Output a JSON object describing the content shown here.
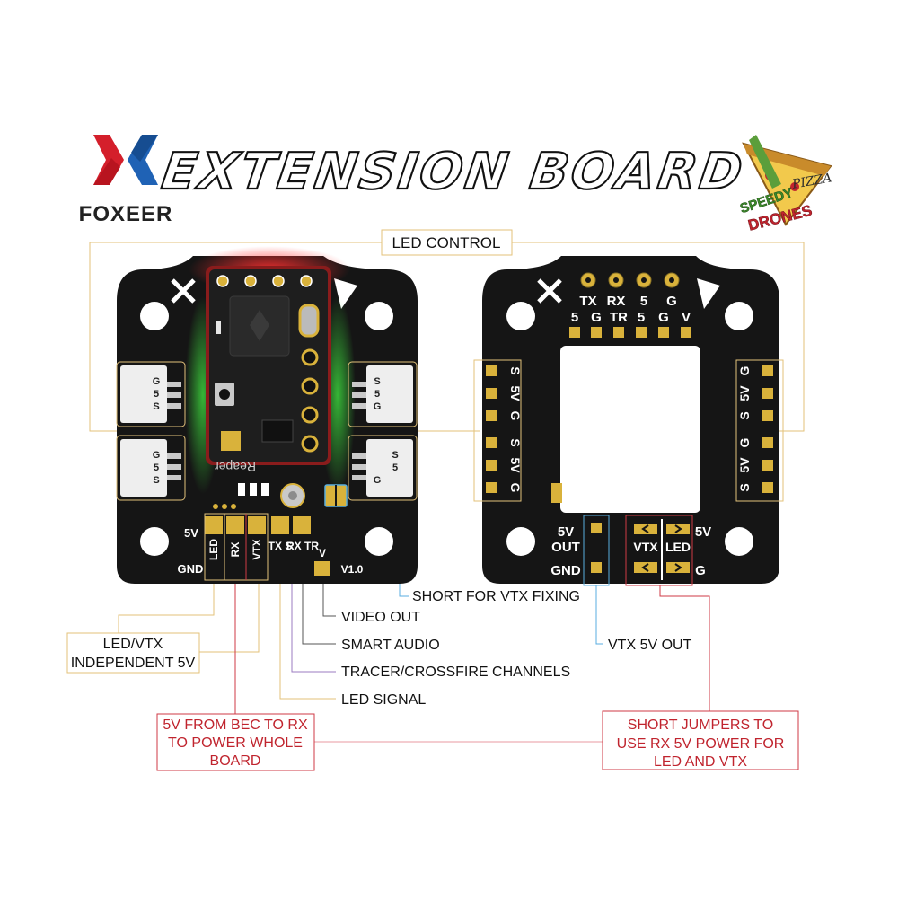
{
  "header": {
    "brand": "FOXEER",
    "title": "EXTENSION BOARD",
    "partner_logo": [
      "SPEEDY",
      "PIZZA",
      "DRONES"
    ]
  },
  "colors": {
    "foxeer_red": "#d41f2b",
    "foxeer_blue": "#1f62b5",
    "pcb": "#151515",
    "pad_gold": "#d9b23b",
    "callout_gold": "#e3c27a",
    "callout_blue": "#59aee0",
    "callout_red": "#cf3a45",
    "callout_purple": "#9b7bc0",
    "callout_gray": "#555555",
    "label_red": "#c0242e"
  },
  "left_board": {
    "version": "V1.0",
    "module_text": "Reaper",
    "left_connector_top": [
      "G",
      "5",
      "S"
    ],
    "left_connector_bottom": [
      "G",
      "5",
      "S"
    ],
    "right_connector_top": [
      "S",
      "5",
      "G"
    ],
    "right_connector_bottom": [
      "S",
      "5",
      "G"
    ],
    "bottom_pad_labels": [
      "LED",
      "RX",
      "VTX",
      "TX S",
      "RX TR",
      "V"
    ],
    "pad_5v": "5V",
    "pad_gnd": "GND"
  },
  "right_board": {
    "top_row_1": [
      "TX",
      "RX",
      "5",
      "G"
    ],
    "top_row_2": [
      "5",
      "G",
      "TR",
      "5",
      "G",
      "V"
    ],
    "left_column": [
      "S",
      "5V",
      "G",
      "S",
      "5V",
      "G"
    ],
    "right_column": [
      "G",
      "5V",
      "S",
      "G",
      "5V",
      "S"
    ],
    "out_label": "5V OUT",
    "gnd_label": "GND",
    "jumper_labels": [
      "VTX",
      "LED"
    ],
    "right_5v": "5V",
    "right_g": "G"
  },
  "callouts": {
    "led_control": "LED CONTROL",
    "short_vtx": "SHORT FOR VTX FIXING",
    "video_out": "VIDEO OUT",
    "smart_audio": "SMART AUDIO",
    "tracer": "TRACER/CROSSFIRE CHANNELS",
    "led_signal": "LED SIGNAL",
    "vtx_5v_out": "VTX 5V OUT",
    "led_vtx_5v": [
      "LED/VTX",
      "INDEPENDENT 5V"
    ],
    "bec_rx": [
      "5V FROM BEC TO RX",
      "TO POWER WHOLE",
      "BOARD"
    ],
    "short_jumpers": [
      "SHORT JUMPERS TO",
      "USE RX 5V POWER FOR",
      "LED AND VTX"
    ]
  }
}
